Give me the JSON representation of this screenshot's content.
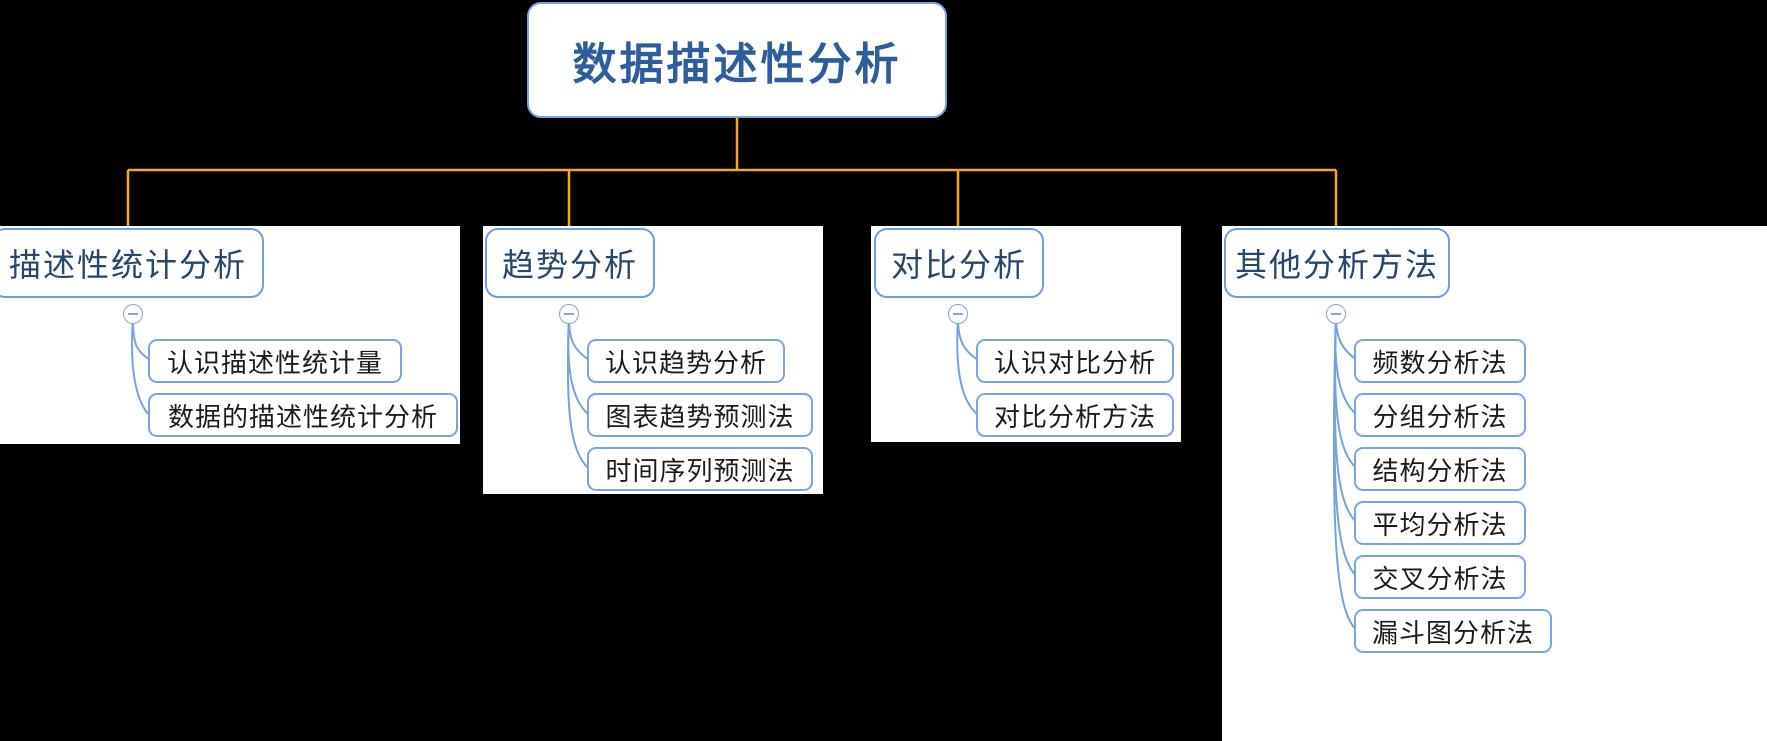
{
  "diagram": {
    "type": "mindmap",
    "title": "数据描述性分析",
    "background_color": "#000000",
    "node_fill": "#ffffff",
    "node_border_color": "#6f9ede",
    "root_text_color": "#2e5d9e",
    "trunk_link_color": "#f5a623",
    "child_link_color": "#6f9ede",
    "root": {
      "label": "数据描述性分析",
      "toggle": "collapse-toggle-minus"
    },
    "branches": [
      {
        "label": "描述性统计分析",
        "toggle": "collapse-toggle-minus",
        "children": [
          {
            "label": "认识描述性统计量"
          },
          {
            "label": "数据的描述性统计分析"
          }
        ]
      },
      {
        "label": "趋势分析",
        "toggle": "collapse-toggle-minus",
        "children": [
          {
            "label": "认识趋势分析"
          },
          {
            "label": "图表趋势预测法"
          },
          {
            "label": "时间序列预测法"
          }
        ]
      },
      {
        "label": "对比分析",
        "toggle": "collapse-toggle-minus",
        "children": [
          {
            "label": "认识对比分析"
          },
          {
            "label": "对比分析方法"
          }
        ]
      },
      {
        "label": "其他分析方法",
        "toggle": "collapse-toggle-minus",
        "children": [
          {
            "label": "频数分析法"
          },
          {
            "label": "分组分析法"
          },
          {
            "label": "结构分析法"
          },
          {
            "label": "平均分析法"
          },
          {
            "label": "交叉分析法"
          },
          {
            "label": "漏斗图分析法"
          }
        ]
      }
    ]
  }
}
